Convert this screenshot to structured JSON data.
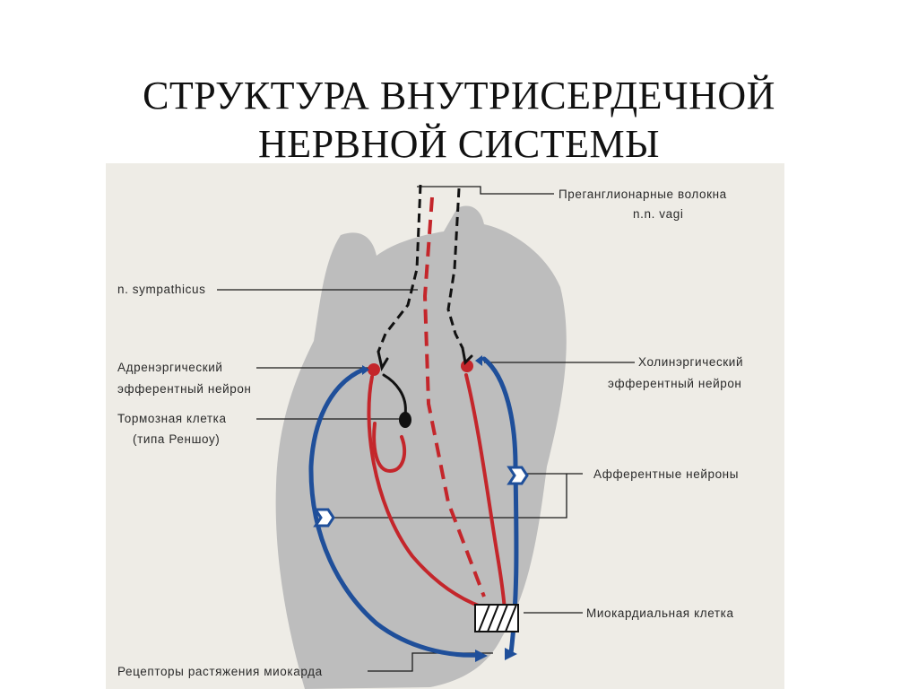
{
  "title": {
    "line1": "СТРУКТУРА ВНУТРИСЕРДЕЧНОЙ",
    "line2": "НЕРВНОЙ СИСТЕМЫ"
  },
  "labels": {
    "preganglionic": "Преганглионарные волокна",
    "vagi": "n.n. vagi",
    "sympathicus": "n. sympathicus",
    "adrenergic_1": "Адренэргический",
    "adrenergic_2": "эфферентный нейрон",
    "inhibitory_1": "Тормозная клетка",
    "inhibitory_2": "(типа Реншоу)",
    "cholinergic_1": "Холинэргический",
    "cholinergic_2": "эфферентный нейрон",
    "afferent": "Афферентные нейроны",
    "myocardial": "Миокардиальная клетка",
    "receptors": "Рецепторы растяжения миокарда"
  },
  "colors": {
    "heart_silhouette": "#bdbdbd",
    "afferent_blue": "#1f4f9a",
    "efferent_red": "#c4262b",
    "background_panel": "#eeece6"
  }
}
